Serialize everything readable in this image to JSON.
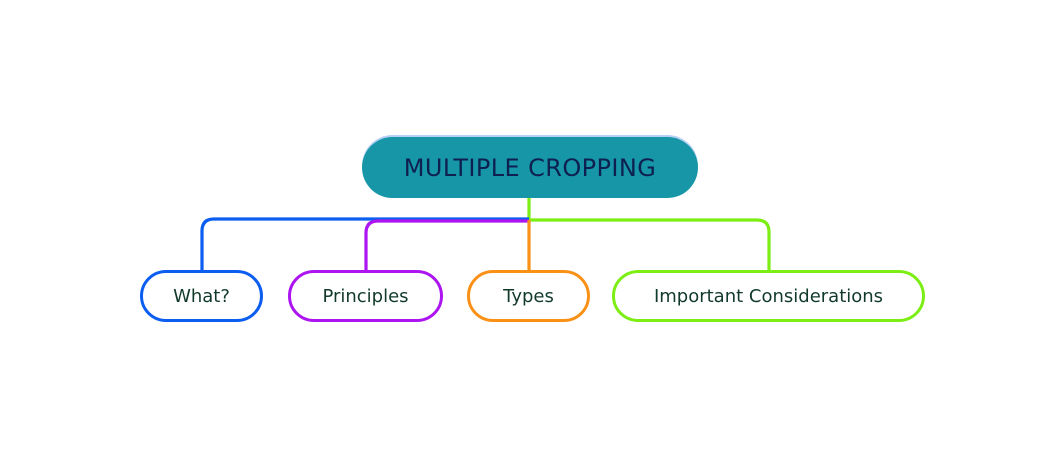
{
  "diagram": {
    "type": "mind-map",
    "title": "MULTIPLE CROPPING",
    "background_color": "#ffffff",
    "root": {
      "label": "MULTIPLE CROPPING",
      "fill_color": "#1796A8",
      "text_color": "#0E2050"
    },
    "branches": [
      {
        "label": "What?",
        "color": "#0B5EF0",
        "text_color": "#123A2A"
      },
      {
        "label": "Principles",
        "color": "#AC14F0",
        "text_color": "#123A2A"
      },
      {
        "label": "Types",
        "color": "#FA9116",
        "text_color": "#123A2A"
      },
      {
        "label": "Important Considerations",
        "color": "#7CEE13",
        "text_color": "#123A2A"
      }
    ]
  }
}
